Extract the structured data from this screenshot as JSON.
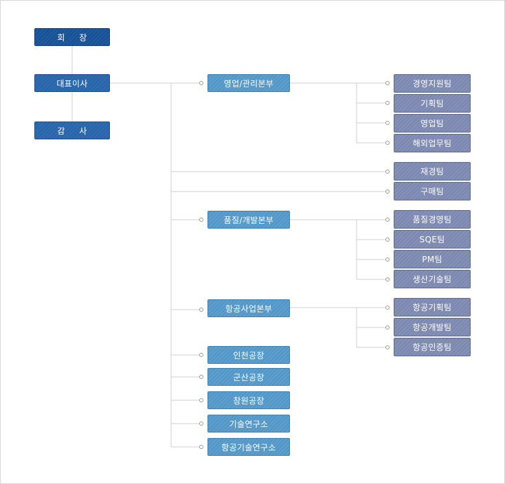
{
  "executives": {
    "chairman": "회     장",
    "ceo": "대표이사",
    "auditor": "감     사"
  },
  "divisions": {
    "sales_mgmt": "영업/관리본부",
    "quality_dev": "품질/개발본부",
    "aerospace": "항공사업본부",
    "incheon": "인천공장",
    "gunsan": "군산공장",
    "changwon": "창원공장",
    "rnd": "기술연구소",
    "aero_rnd": "항공기술연구소"
  },
  "teams": {
    "sales_mgmt": [
      "경영지원팀",
      "기획팀",
      "영업팀",
      "해외업무팀"
    ],
    "direct": [
      "재경팀",
      "구매팀"
    ],
    "quality_dev": [
      "품질경영팀",
      "SQE팀",
      "PM팀",
      "생산기술팀"
    ],
    "aerospace": [
      "항공기획팀",
      "항공개발팀",
      "항공인증팀"
    ]
  },
  "colors": {
    "executive": "#2f6db3",
    "division": "#5da0cf",
    "team": "#8591b8",
    "connector": "#cccccc"
  }
}
